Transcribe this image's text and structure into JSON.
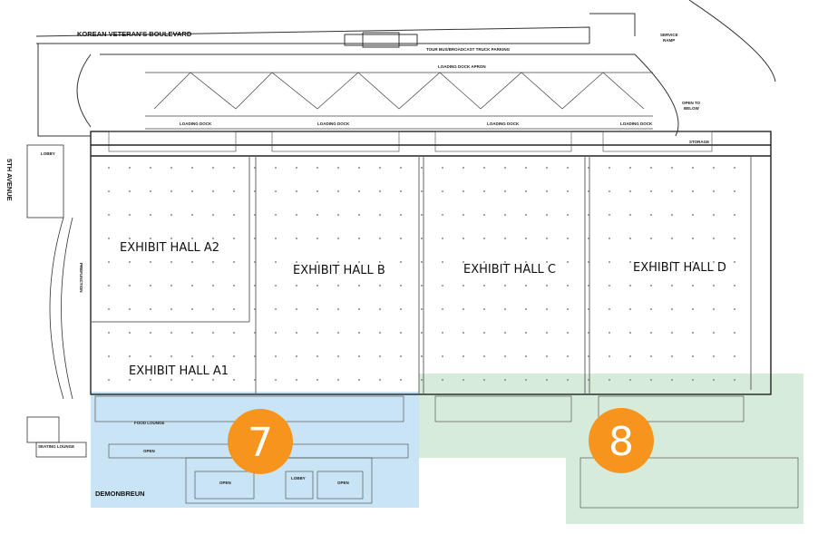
{
  "map": {
    "streets": {
      "north": "KOREAN VETERAN'S BOULEVARD",
      "west": "5TH AVENUE",
      "south": "DEMONBREUN"
    },
    "halls": {
      "a2": "EXHIBIT HALL A2",
      "b": "EXHIBIT HALL B",
      "c": "EXHIBIT HALL C",
      "d": "EXHIBIT HALL D",
      "a1": "EXHIBIT HALL A1"
    },
    "labels": {
      "tour_parking": "TOUR BUS/BROADCAST TRUCK PARKING",
      "dock_apron": "LOADING DOCK APRON",
      "service_ramp_1": "SERVICE",
      "service_ramp_2": "RAMP",
      "open_below_1": "OPEN TO",
      "open_below_2": "BELOW",
      "dock_1": "LOADING DOCK",
      "dock_2": "LOADING DOCK",
      "dock_3": "LOADING DOCK",
      "dock_4": "LOADING DOCK",
      "lobby_west": "LOBBY",
      "food_lounge": "FOOD LOUNGE",
      "seating_lounge": "SEATING LOUNGE",
      "open_1": "OPEN",
      "open_2": "OPEN",
      "open_3": "OPEN",
      "lobby_south": "LOBBY",
      "prefunction": "PREFUNCTION",
      "storage": "STORAGE"
    },
    "zones": [
      {
        "number": "7",
        "color": "#f7941d",
        "highlight": "#bfe0f3"
      },
      {
        "number": "8",
        "color": "#f7941d",
        "highlight": "#cfe8d4"
      }
    ]
  }
}
